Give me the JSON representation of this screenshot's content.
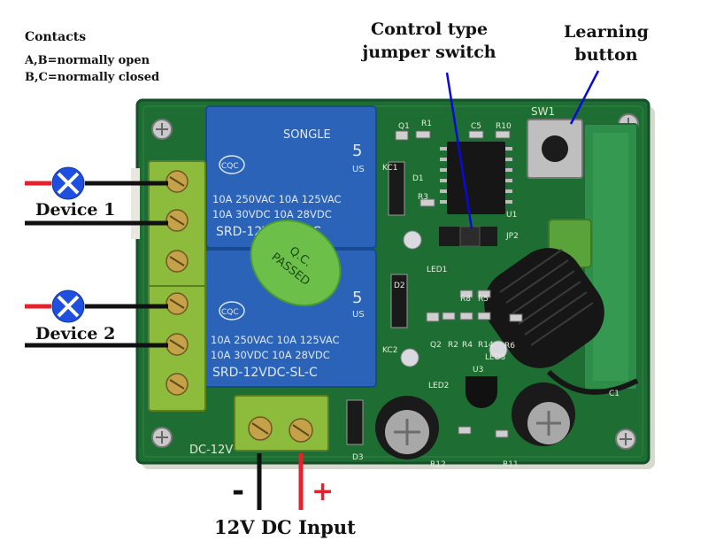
{
  "contacts": {
    "title": "Contacts",
    "line1": "A,B=normally open",
    "line2": "B,C=normally closed"
  },
  "callouts": {
    "control_type_line1": "Control type",
    "control_type_line2": "jumper switch",
    "learning_line1": "Learning",
    "learning_line2": "button"
  },
  "devices": [
    {
      "label": "Device 1"
    },
    {
      "label": "Device 2"
    }
  ],
  "power": {
    "minus": "-",
    "plus": "+",
    "label": "12V DC Input"
  },
  "board": {
    "relay_brand": "SONGLE",
    "relay_number": "5",
    "relay_us": "US",
    "relay_cert": "CQC",
    "relay_rating1": "10A 250VAC  10A 125VAC",
    "relay_rating2": "10A  30VDC  10A  28VDC",
    "relay_model": "SRD-12VDC-SL-C",
    "qc_line1": "Q.C.",
    "qc_line2": "PASSED",
    "dc_label": "DC-12V",
    "sw_label": "SW1",
    "silkscreen": [
      "Q1",
      "R1",
      "C5",
      "R10",
      "KC1",
      "D1",
      "R3",
      "U1",
      "LED1",
      "JP2",
      "D2",
      "KC2",
      "Q2",
      "R2",
      "R4",
      "R14",
      "R8",
      "R5",
      "R6",
      "LED3",
      "U3",
      "LED2",
      "D3",
      "R12",
      "R11",
      "C1"
    ]
  },
  "colors": {
    "pcb": "#1e6d33",
    "relay": "#2a63b8",
    "terminal": "#8dbb3c",
    "wire_red": "#e8202e",
    "bulb": "#1f4fe0",
    "arrow": "#0a0ad8"
  }
}
